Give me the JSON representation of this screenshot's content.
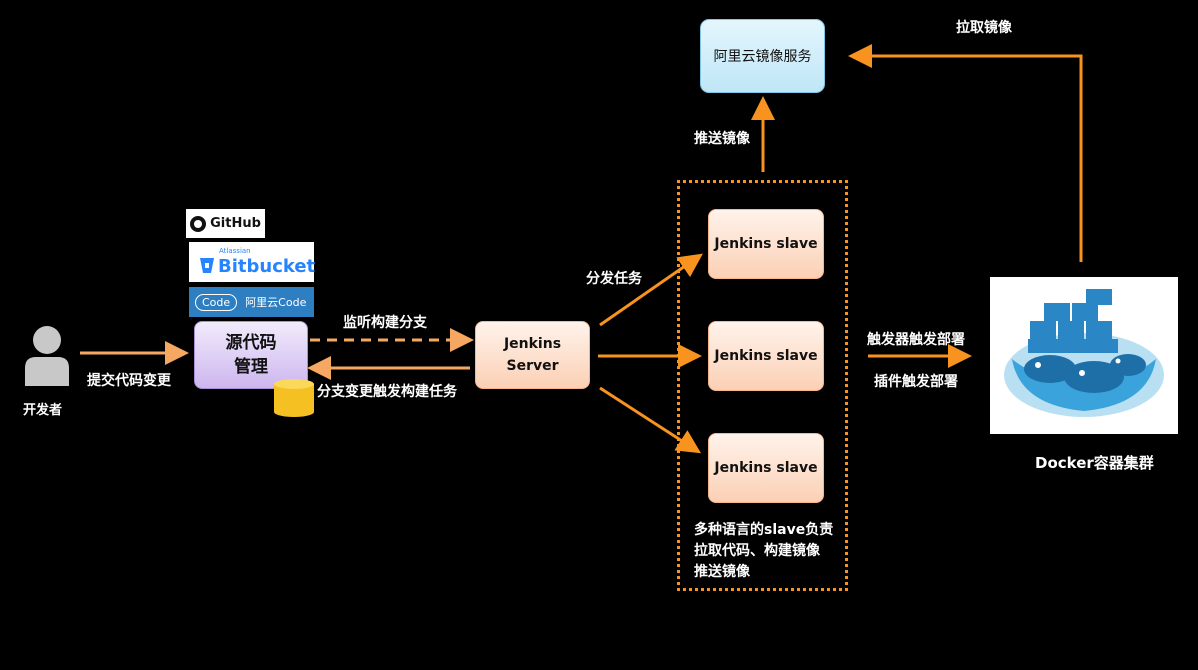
{
  "developer": {
    "label": "开发者"
  },
  "edges": {
    "commit_change": "提交代码变更",
    "listen_branch": "监听构建分支",
    "branch_trigger": "分支变更触发构建任务",
    "dispatch_task": "分发任务",
    "push_image": "推送镜像",
    "pull_image": "拉取镜像",
    "trigger_deploy": "触发器触发部署",
    "plugin_deploy": "插件触发部署"
  },
  "source": {
    "line1": "源代码",
    "line2": "管理"
  },
  "logos": {
    "github": "GitHub",
    "bitbucket_small": "Atlassian",
    "bitbucket": "Bitbucket",
    "aliyun_code_left": "Code",
    "aliyun_code_right": "阿里云Code"
  },
  "jenkins": {
    "line1": "Jenkins",
    "line2": "Server"
  },
  "slaves": [
    "Jenkins slave",
    "Jenkins slave",
    "Jenkins slave"
  ],
  "slave_note": [
    "多种语言的slave负责",
    "拉取代码、构建镜像",
    "推送镜像"
  ],
  "aliyun_registry": "阿里云镜像服务",
  "docker": {
    "label": "Docker容器集群"
  },
  "colors": {
    "arrow": "#f7931e",
    "dashed_arrow": "#f6a863",
    "background": "#000000"
  }
}
